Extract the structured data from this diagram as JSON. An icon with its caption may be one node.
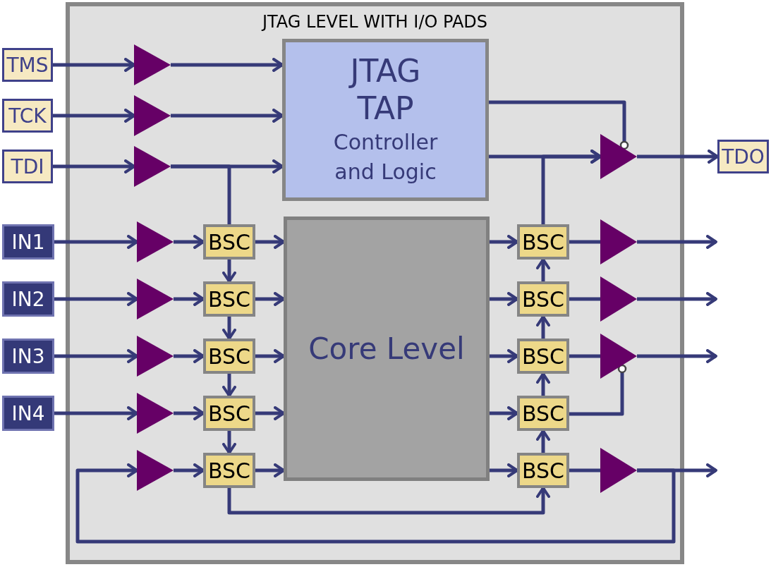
{
  "diagram": {
    "nodes": [
      {
        "text": [
          "JTAG LEVEL WITH I/O PADS"
        ]
      },
      {
        "text": [
          "TMS"
        ]
      },
      {
        "text": [
          "TCK"
        ]
      },
      {
        "text": [
          "TDI"
        ]
      },
      {
        "text": [
          "TDO"
        ]
      },
      {
        "text": [
          "IN1"
        ]
      },
      {
        "text": [
          "IN2"
        ]
      },
      {
        "text": [
          "IN3"
        ]
      },
      {
        "text": [
          "IN4"
        ]
      },
      {
        "text": [
          "JTAG TAP",
          "Controller and Logic"
        ],
        "in": 0
      },
      {
        "text": [
          "Core Level"
        ],
        "in": 0
      },
      {
        "text": [],
        "shape": "triangle",
        "in": 0
      },
      {
        "text": [],
        "shape": "triangle",
        "in": 0
      },
      {
        "text": [],
        "shape": "triangle",
        "in": 0
      },
      {
        "text": [],
        "shape": "triangle",
        "in": 0
      },
      {
        "text": [],
        "shape": "triangle",
        "in": 0
      },
      {
        "text": [],
        "shape": "triangle",
        "in": 0
      },
      {
        "text": [],
        "shape": "triangle",
        "in": 0
      },
      {
        "text": [],
        "shape": "triangle",
        "in": 0
      },
      {
        "text": [
          "BSC"
        ],
        "in": 0
      },
      {
        "text": [
          "BSC"
        ],
        "in": 0
      },
      {
        "text": [
          "BSC"
        ],
        "in": 0
      },
      {
        "text": [
          "BSC"
        ],
        "in": 0
      },
      {
        "text": [
          "BSC"
        ],
        "in": 0
      },
      {
        "text": [
          "BSC"
        ],
        "in": 0
      },
      {
        "text": [
          "BSC"
        ],
        "in": 0
      },
      {
        "text": [
          "BSC"
        ],
        "in": 0
      },
      {
        "text": [
          "BSC"
        ],
        "in": 0
      },
      {
        "text": [
          "BSC"
        ],
        "in": 0
      },
      {
        "text": [],
        "shape": "triangle",
        "in": 0
      },
      {
        "text": [],
        "shape": "triangle",
        "in": 0
      },
      {
        "text": [],
        "shape": "triangle",
        "in": 0
      },
      {
        "text": [],
        "shape": "triangle",
        "in": 0
      },
      {
        "text": [],
        "shape": "triangle",
        "in": 0
      }
    ],
    "edges": [
      {
        "from": 1,
        "to": 11,
        "arrow": "to"
      },
      {
        "from": 11,
        "to": 9,
        "arrow": "to"
      },
      {
        "from": 2,
        "to": 12,
        "arrow": "to"
      },
      {
        "from": 12,
        "to": 9,
        "arrow": "to"
      },
      {
        "from": 3,
        "to": 13,
        "arrow": "to"
      },
      {
        "from": 13,
        "to": 9,
        "arrow": "to"
      },
      {
        "from": 13,
        "to": 19,
        "arrow": "none"
      },
      {
        "from": 9,
        "to": 29,
        "arrow": "other"
      },
      {
        "from": 9,
        "to": 29,
        "arrow": "to"
      },
      {
        "from": 24,
        "to": 29,
        "arrow": "to"
      },
      {
        "from": 29,
        "to": 4,
        "arrow": "to"
      },
      {
        "from": 5,
        "to": 14,
        "arrow": "to"
      },
      {
        "from": 14,
        "to": 19,
        "arrow": "to"
      },
      {
        "from": 6,
        "to": 15,
        "arrow": "to"
      },
      {
        "from": 15,
        "to": 20,
        "arrow": "to"
      },
      {
        "from": 7,
        "to": 16,
        "arrow": "to"
      },
      {
        "from": 16,
        "to": 21,
        "arrow": "to"
      },
      {
        "from": 8,
        "to": 17,
        "arrow": "to"
      },
      {
        "from": 17,
        "to": 22,
        "arrow": "to"
      },
      {
        "from": 33,
        "to": 18,
        "arrow": "to"
      },
      {
        "from": 18,
        "to": 23,
        "arrow": "to"
      },
      {
        "from": 19,
        "to": 20,
        "arrow": "to"
      },
      {
        "from": 20,
        "to": 21,
        "arrow": "to"
      },
      {
        "from": 21,
        "to": 22,
        "arrow": "to"
      },
      {
        "from": 22,
        "to": 23,
        "arrow": "to"
      },
      {
        "from": 23,
        "to": 28,
        "arrow": "to"
      },
      {
        "from": 19,
        "to": 10,
        "arrow": "to"
      },
      {
        "from": 20,
        "to": 10,
        "arrow": "to"
      },
      {
        "from": 21,
        "to": 10,
        "arrow": "to"
      },
      {
        "from": 22,
        "to": 10,
        "arrow": "to"
      },
      {
        "from": 23,
        "to": 10,
        "arrow": "to"
      },
      {
        "from": 10,
        "to": 24,
        "arrow": "to"
      },
      {
        "from": 10,
        "to": 25,
        "arrow": "to"
      },
      {
        "from": 10,
        "to": 26,
        "arrow": "to"
      },
      {
        "from": 10,
        "to": 27,
        "arrow": "to"
      },
      {
        "from": 10,
        "to": 28,
        "arrow": "to"
      },
      {
        "from": 28,
        "to": 27,
        "arrow": "to"
      },
      {
        "from": 27,
        "to": 26,
        "arrow": "to"
      },
      {
        "from": 26,
        "to": 25,
        "arrow": "to"
      },
      {
        "from": 25,
        "to": 24,
        "arrow": "to"
      },
      {
        "from": 24,
        "to": 30,
        "arrow": "none"
      },
      {
        "from": 25,
        "to": 31,
        "arrow": "none"
      },
      {
        "from": 26,
        "to": 32,
        "arrow": "none"
      },
      {
        "from": 27,
        "to": 32,
        "arrow": "other"
      },
      {
        "from": 28,
        "to": 33,
        "arrow": "none"
      },
      {
        "from": 30,
        "to": null,
        "arrow": "to"
      },
      {
        "from": 31,
        "to": null,
        "arrow": "to"
      },
      {
        "from": 32,
        "to": null,
        "arrow": "to"
      },
      {
        "from": 33,
        "to": null,
        "arrow": "to"
      }
    ]
  }
}
